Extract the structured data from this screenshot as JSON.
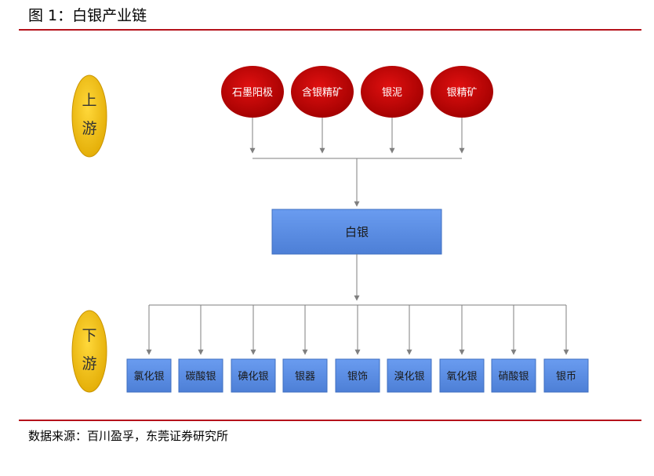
{
  "title": "图 1：白银产业链",
  "source": "数据来源：百川盈孚，东莞证券研究所",
  "stages": {
    "upstream": [
      "上",
      "游"
    ],
    "downstream": [
      "下",
      "游"
    ]
  },
  "upstream_inputs": [
    "石墨阳极",
    "含银精矿",
    "银泥",
    "银精矿"
  ],
  "center": "白银",
  "downstream_products": [
    "氯化银",
    "碳酸银",
    "碘化银",
    "银器",
    "银饰",
    "溴化银",
    "氧化银",
    "硝酸银",
    "银币"
  ],
  "colors": {
    "accent_rule": "#b5121b",
    "oval_fill": "#c00000",
    "stage_fill": "#f2c314",
    "box_fill": "#5b8fe0",
    "box_stroke": "#3f6fc0",
    "connector": "#7f7f7f"
  }
}
